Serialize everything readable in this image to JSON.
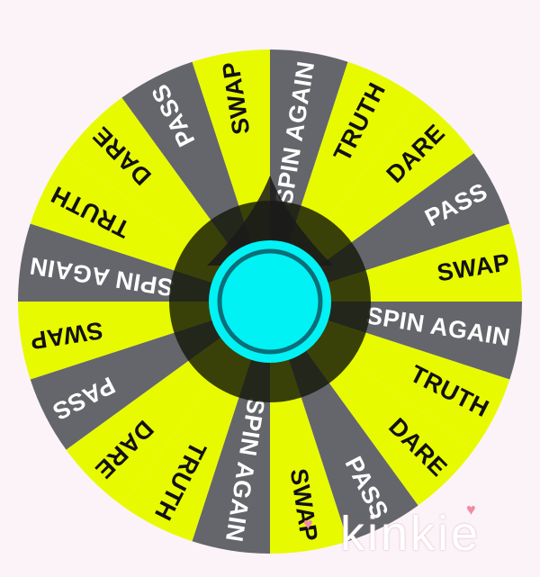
{
  "wheel": {
    "segments": [
      {
        "label": "SWAP",
        "color": "#e8fa00"
      },
      {
        "label": "SPIN AGAIN",
        "color": "#64666b"
      },
      {
        "label": "TRUTH",
        "color": "#e8fa00"
      },
      {
        "label": "DARE",
        "color": "#e8fa00"
      },
      {
        "label": "PASS",
        "color": "#64666b"
      },
      {
        "label": "SWAP",
        "color": "#e8fa00"
      },
      {
        "label": "SPIN AGAIN",
        "color": "#64666b"
      },
      {
        "label": "TRUTH",
        "color": "#e8fa00"
      },
      {
        "label": "DARE",
        "color": "#e8fa00"
      },
      {
        "label": "PASS",
        "color": "#64666b"
      },
      {
        "label": "SWAP",
        "color": "#e8fa00"
      },
      {
        "label": "SPIN AGAIN",
        "color": "#64666b"
      },
      {
        "label": "TRUTH",
        "color": "#e8fa00"
      },
      {
        "label": "DARE",
        "color": "#e8fa00"
      },
      {
        "label": "PASS",
        "color": "#64666b"
      },
      {
        "label": "SWAP",
        "color": "#e8fa00"
      },
      {
        "label": "SPIN AGAIN",
        "color": "#64666b"
      },
      {
        "label": "TRUTH",
        "color": "#e8fa00"
      },
      {
        "label": "DARE",
        "color": "#e8fa00"
      },
      {
        "label": "PASS",
        "color": "#64666b"
      }
    ],
    "label_color": "#111111",
    "label_color_on_gray": "#ffffff",
    "hub_color": "#00f2f5",
    "hub_ring_color": "#0b6e78",
    "pointer_color": "#1a1a1a",
    "pointer_icon": "spinner-pointer-icon"
  },
  "brand": {
    "name": "kinkie",
    "heart_icon": "heart-icon"
  }
}
